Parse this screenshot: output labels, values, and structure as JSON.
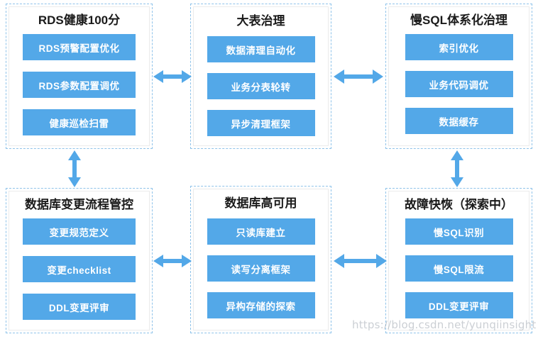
{
  "diagram": {
    "accent_color": "#53a8e8",
    "border_color": "#8fc3ea",
    "inner_border_color": "#ebebeb",
    "title_color": "#1a1a1a",
    "groups": [
      {
        "id": "rds-health",
        "title": "RDS健康100分",
        "items": [
          "RDS预警配置优化",
          "RDS参数配置调优",
          "健康巡检扫雷"
        ]
      },
      {
        "id": "big-table-governance",
        "title": "大表治理",
        "items": [
          "数据清理自动化",
          "业务分表轮转",
          "异步清理框架"
        ]
      },
      {
        "id": "slow-sql-governance",
        "title": "慢SQL体系化治理",
        "items": [
          "索引优化",
          "业务代码调优",
          "数据缓存"
        ]
      },
      {
        "id": "db-change-process",
        "title": "数据库变更流程管控",
        "items": [
          "变更规范定义",
          "变更checklist",
          "DDL变更评审"
        ]
      },
      {
        "id": "db-high-availability",
        "title": "数据库高可用",
        "items": [
          "只读库建立",
          "读写分离框架",
          "异构存储的探索"
        ]
      },
      {
        "id": "fault-recovery",
        "title": "故障快恢（探索中）",
        "items": [
          "慢SQL识别",
          "慢SQL限流",
          "DDL变更评审"
        ]
      }
    ],
    "connectors": [
      {
        "id": "rds-health--big-table-governance",
        "orientation": "horizontal",
        "heads": "both"
      },
      {
        "id": "big-table-governance--slow-sql-governance",
        "orientation": "horizontal",
        "heads": "both"
      },
      {
        "id": "rds-health--db-change-process",
        "orientation": "vertical",
        "heads": "both"
      },
      {
        "id": "slow-sql-governance--fault-recovery",
        "orientation": "vertical",
        "heads": "both"
      },
      {
        "id": "db-change-process--db-high-availability",
        "orientation": "horizontal",
        "heads": "both"
      },
      {
        "id": "db-high-availability--fault-recovery",
        "orientation": "horizontal",
        "heads": "both"
      }
    ]
  },
  "watermark": {
    "text": "https://blog.csdn.net/yunqiinsight"
  }
}
